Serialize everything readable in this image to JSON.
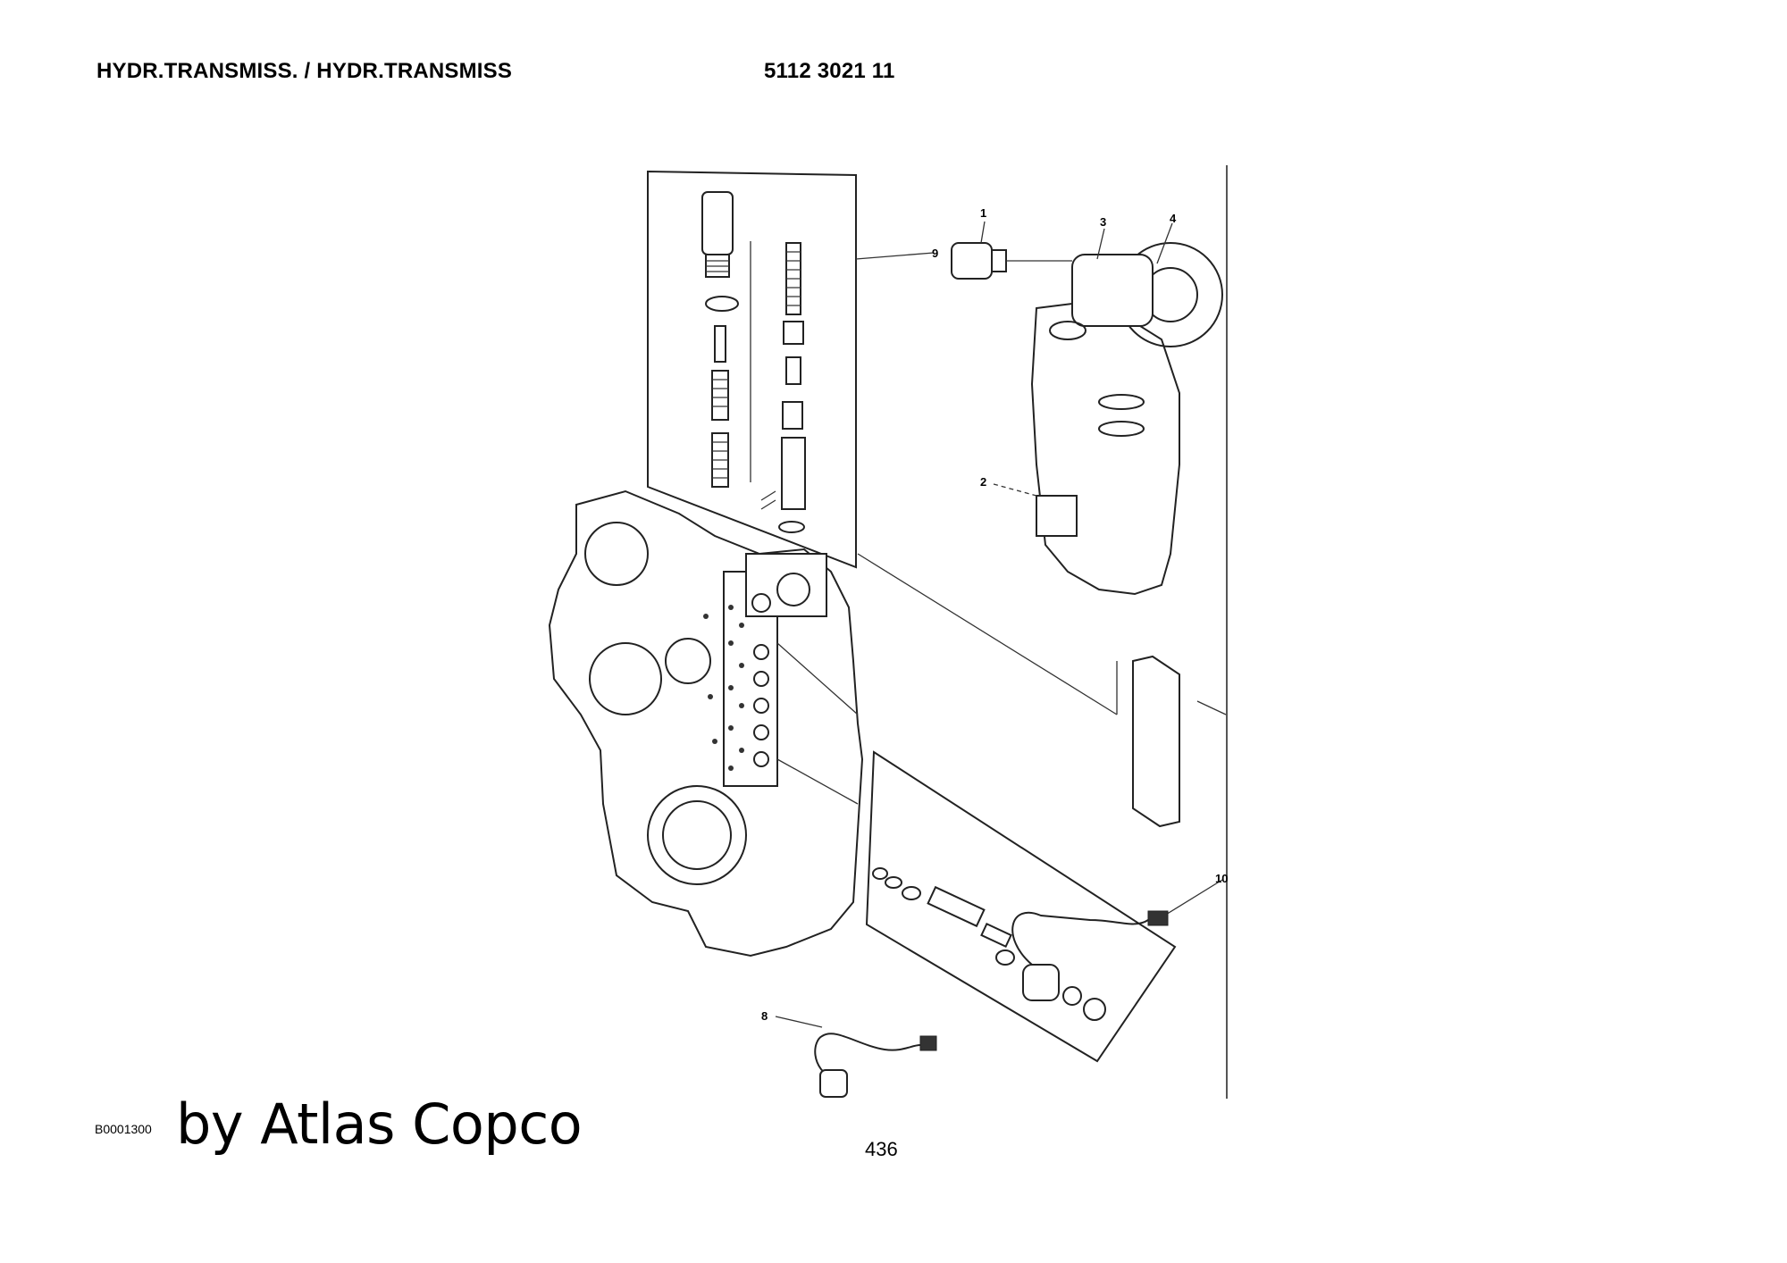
{
  "header": {
    "title": "HYDR.TRANSMISS. / HYDR.TRANSMISS",
    "part_number": "5112 3021 11"
  },
  "callouts": [
    {
      "id": "c1",
      "label": "1"
    },
    {
      "id": "c2",
      "label": "2"
    },
    {
      "id": "c3",
      "label": "3"
    },
    {
      "id": "c4",
      "label": "4"
    },
    {
      "id": "c8",
      "label": "8"
    },
    {
      "id": "c9",
      "label": "9"
    },
    {
      "id": "c10",
      "label": "10"
    }
  ],
  "footer": {
    "drawing_code": "B0001300",
    "brand": "by Atlas Copco",
    "page_number": "436"
  }
}
